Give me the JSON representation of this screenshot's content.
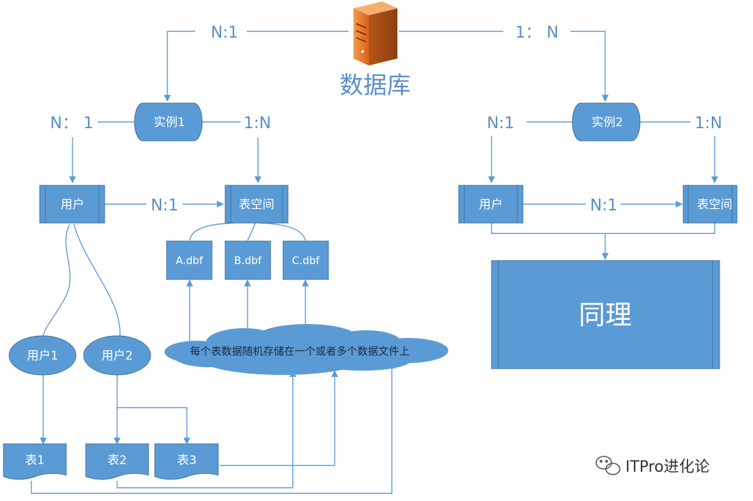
{
  "database": {
    "label": "数据库",
    "icon": "server-icon"
  },
  "top_left_ratio": "N:1",
  "top_right_ratio": "1： N",
  "instance1": {
    "label": "实例1",
    "left_ratio": "N： 1",
    "right_ratio": "1:N"
  },
  "instance2": {
    "label": "实例2",
    "left_ratio": "N:1",
    "right_ratio": "1:N"
  },
  "left": {
    "user": "用户",
    "tablespace": "表空间",
    "user_tablespace_ratio": "N:1",
    "files": [
      "A.dbf",
      "B.dbf",
      "C.dbf"
    ],
    "users": [
      "用户1",
      "用户2"
    ],
    "tables": [
      "表1",
      "表2",
      "表3"
    ],
    "cloud_text": "每个表数据随机存储在一个或者多个数据文件上"
  },
  "right": {
    "user": "用户",
    "tablespace": "表空间",
    "user_tablespace_ratio": "N:1",
    "same": "同理"
  },
  "watermark": {
    "text": "ITPro进化论",
    "icon": "wechat-icon"
  },
  "colors": {
    "node": "#5b9bd5",
    "node_border": "#41719c",
    "label": "#5b8fc6",
    "server": "#e8782e"
  }
}
